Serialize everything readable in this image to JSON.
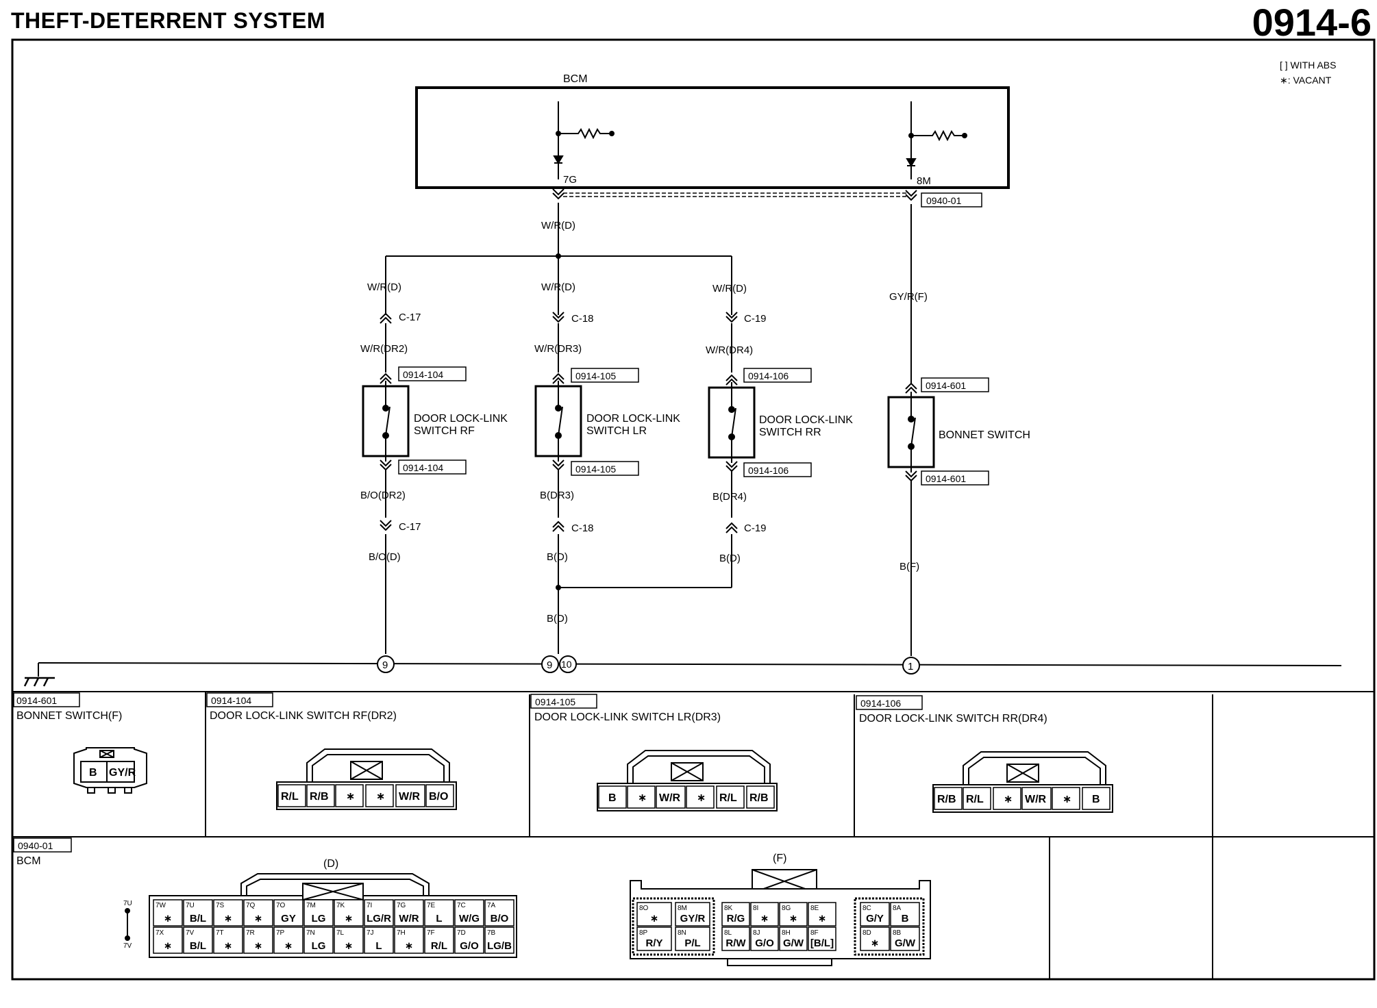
{
  "header": {
    "title": "THEFT-DETERRENT SYSTEM",
    "code": "0914-6"
  },
  "legend": {
    "abs": "[ ] WITH ABS",
    "vacant": "∗: VACANT"
  },
  "bcm": {
    "label": "BCM",
    "term_left": "7G",
    "term_right": "8M",
    "ref": "0940-01"
  },
  "wires": {
    "trunk": "W/R(D)",
    "gyr_f": "GY/R(F)",
    "b_f": "B(F)",
    "b_d": "B(D)"
  },
  "branches": [
    {
      "upper": "W/R(D)",
      "conn": "C-17",
      "mid": "W/R(DR2)",
      "ref": "0914-104",
      "device": [
        "DOOR LOCK-LINK",
        "SWITCH RF"
      ],
      "lower": "B/O(DR2)",
      "conn2": "C-17",
      "bottom": "B/O(D)"
    },
    {
      "upper": "W/R(D)",
      "conn": "C-18",
      "mid": "W/R(DR3)",
      "ref": "0914-105",
      "device": [
        "DOOR LOCK-LINK",
        "SWITCH LR"
      ],
      "lower": "B(DR3)",
      "conn2": "C-18",
      "bottom": "B(D)"
    },
    {
      "upper": "W/R(D)",
      "conn": "C-19",
      "mid": "W/R(DR4)",
      "ref": "0914-106",
      "device": [
        "DOOR LOCK-LINK",
        "SWITCH RR"
      ],
      "lower": "B(DR4)",
      "conn2": "C-19",
      "bottom": "B(D)"
    }
  ],
  "bonnet": {
    "ref": "0914-601",
    "label": "BONNET SWITCH"
  },
  "grounds": [
    "9",
    "9",
    "10",
    "1"
  ],
  "connectors": {
    "bonnet": {
      "ref": "0914-601",
      "title": "BONNET SWITCH(F)",
      "pins": [
        "B",
        "GY/R"
      ]
    },
    "rf": {
      "ref": "0914-104",
      "title": "DOOR LOCK-LINK SWITCH RF(DR2)",
      "pins": [
        "R/L",
        "R/B",
        "∗",
        "∗",
        "W/R",
        "B/O"
      ]
    },
    "lr": {
      "ref": "0914-105",
      "title": "DOOR LOCK-LINK SWITCH LR(DR3)",
      "pins": [
        "B",
        "∗",
        "W/R",
        "∗",
        "R/L",
        "R/B"
      ]
    },
    "rr": {
      "ref": "0914-106",
      "title": "DOOR LOCK-LINK SWITCH RR(DR4)",
      "pins": [
        "R/B",
        "R/L",
        "∗",
        "W/R",
        "∗",
        "B"
      ]
    },
    "bcm": {
      "ref": "0940-01",
      "title": "BCM",
      "d_label": "(D)",
      "f_label": "(F)",
      "side_top": "7U",
      "side_bottom": "7V",
      "d_top": [
        [
          "7W",
          "∗"
        ],
        [
          "7U",
          "B/L"
        ],
        [
          "7S",
          "∗"
        ],
        [
          "7Q",
          "∗"
        ],
        [
          "7O",
          "GY"
        ],
        [
          "7M",
          "LG"
        ],
        [
          "7K",
          "∗"
        ],
        [
          "7I",
          "LG/R"
        ],
        [
          "7G",
          "W/R"
        ],
        [
          "7E",
          "L"
        ],
        [
          "7C",
          "W/G"
        ],
        [
          "7A",
          "B/O"
        ]
      ],
      "d_bottom": [
        [
          "7X",
          "∗"
        ],
        [
          "7V",
          "B/L"
        ],
        [
          "7T",
          "∗"
        ],
        [
          "7R",
          "∗"
        ],
        [
          "7P",
          "∗"
        ],
        [
          "7N",
          "LG"
        ],
        [
          "7L",
          "∗"
        ],
        [
          "7J",
          "L"
        ],
        [
          "7H",
          "∗"
        ],
        [
          "7F",
          "R/L"
        ],
        [
          "7D",
          "G/O"
        ],
        [
          "7B",
          "LG/B"
        ]
      ],
      "f_top": [
        [
          "8O",
          "∗"
        ],
        [
          "8M",
          "GY/R"
        ],
        [
          "8K",
          "R/G"
        ],
        [
          "8I",
          "∗"
        ],
        [
          "8G",
          "∗"
        ],
        [
          "8E",
          "∗"
        ],
        [
          "8C",
          "G/Y"
        ],
        [
          "8A",
          "B"
        ]
      ],
      "f_bottom": [
        [
          "8P",
          "R/Y"
        ],
        [
          "8N",
          "P/L"
        ],
        [
          "8L",
          "R/W"
        ],
        [
          "8J",
          "G/O"
        ],
        [
          "8H",
          "G/W"
        ],
        [
          "8F",
          "[B/L]"
        ],
        [
          "8D",
          "∗"
        ],
        [
          "8B",
          "G/W"
        ]
      ]
    }
  }
}
